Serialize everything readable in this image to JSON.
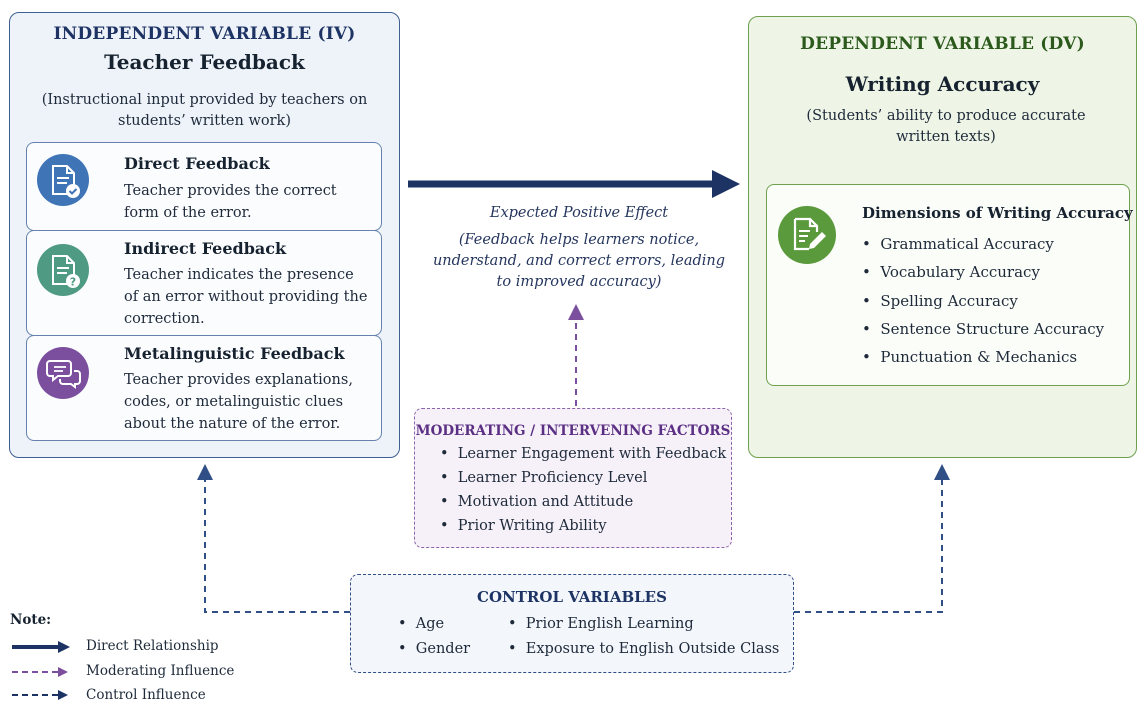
{
  "independent_variable": {
    "heading": "INDEPENDENT VARIABLE (IV)",
    "title": "Teacher Feedback",
    "description": "(Instructional input provided by teachers on students’ written work)",
    "types": [
      {
        "title": "Direct Feedback",
        "description": "Teacher provides the correct form of the error.",
        "icon": "document-check-icon",
        "color": "#3f74b6"
      },
      {
        "title": "Indirect Feedback",
        "description": "Teacher indicates the presence of an error without providing the correction.",
        "icon": "document-question-icon",
        "color": "#4f9a83"
      },
      {
        "title": "Metalinguistic Feedback",
        "description": "Teacher provides explanations, codes, or metalinguistic clues about the nature of the error.",
        "icon": "speech-bubbles-icon",
        "color": "#7b4f9e"
      }
    ]
  },
  "dependent_variable": {
    "heading": "DEPENDENT VARIABLE (DV)",
    "title": "Writing Accuracy",
    "description": "(Students’ ability to produce accurate written texts)",
    "dimensions_title": "Dimensions of Writing Accuracy",
    "dimensions": [
      "Grammatical Accuracy",
      "Vocabulary Accuracy",
      "Spelling Accuracy",
      "Sentence Structure Accuracy",
      "Punctuation & Mechanics"
    ],
    "icon": "document-pencil-icon",
    "color": "#5a9a3c"
  },
  "expected_effect": {
    "title": "Expected Positive Effect",
    "description": "(Feedback helps learners notice, understand, and correct errors, leading to improved accuracy)"
  },
  "moderating_factors": {
    "heading": "MODERATING / INTERVENING FACTORS",
    "items": [
      "Learner Engagement with Feedback",
      "Learner Proficiency Level",
      "Motivation and Attitude",
      "Prior Writing Ability"
    ]
  },
  "control_variables": {
    "heading": "CONTROL VARIABLES",
    "items": [
      "Age",
      "Gender",
      "Prior English Learning",
      "Exposure to English Outside Class"
    ]
  },
  "legend": {
    "title": "Note:",
    "items": [
      {
        "label": "Direct Relationship",
        "color": "#1d3364",
        "style": "solid"
      },
      {
        "label": "Moderating Influence",
        "color": "#7b4f9e",
        "style": "dashed"
      },
      {
        "label": "Control Influence",
        "color": "#1d3364",
        "style": "dashed"
      }
    ]
  }
}
